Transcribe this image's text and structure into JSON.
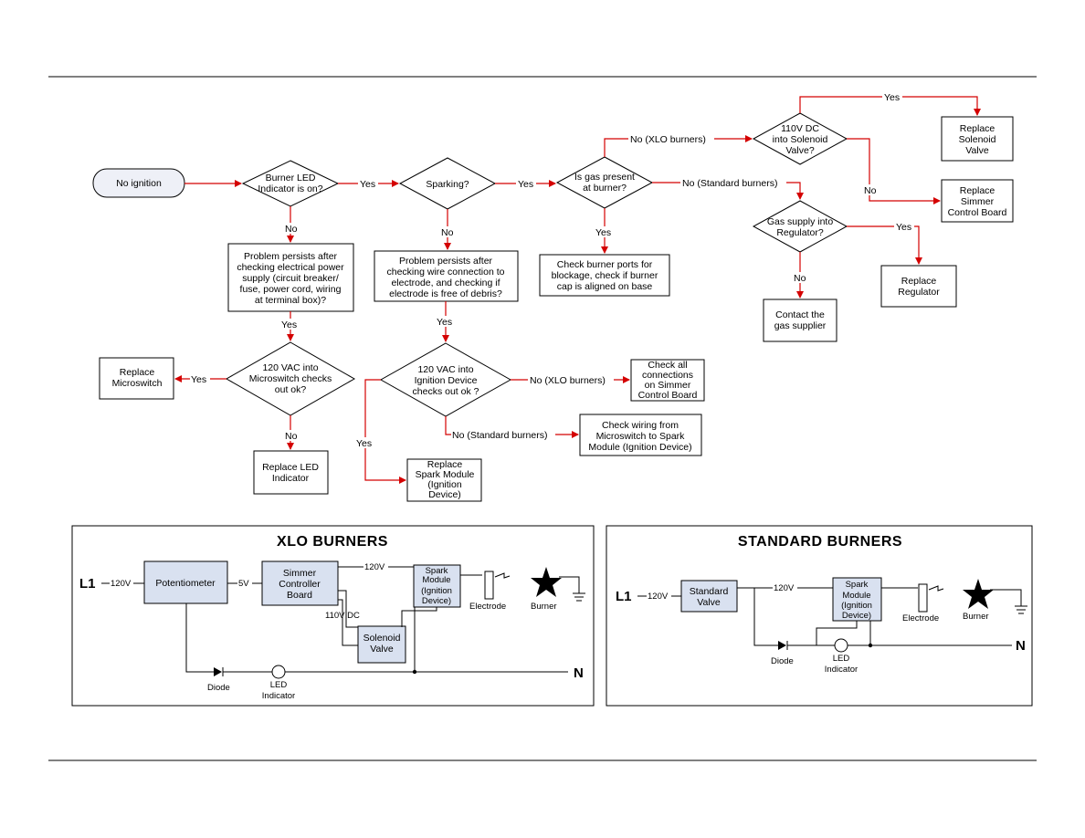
{
  "flowchart": {
    "no_ignition": "No ignition",
    "burner_led": [
      "Burner LED",
      "Indicator is on?"
    ],
    "sparking": "Sparking?",
    "gas_present": [
      "Is gas present",
      "at burner?"
    ],
    "solenoid_q": [
      "110V DC",
      "into Solenoid",
      "Valve?"
    ],
    "replace_solenoid": [
      "Replace",
      "Solenoid",
      "Valve"
    ],
    "replace_simmer": [
      "Replace",
      "Simmer",
      "Control Board"
    ],
    "regulator_q": [
      "Gas supply into",
      "Regulator?"
    ],
    "replace_regulator": [
      "Replace",
      "Regulator"
    ],
    "contact_gas": [
      "Contact the",
      "gas supplier"
    ],
    "check_ports": [
      "Check burner ports for",
      "blockage, check if burner",
      "cap is aligned on base"
    ],
    "problem_power": [
      "Problem persists after",
      "checking electrical power",
      "supply (circuit breaker/",
      "fuse, power cord, wiring",
      "at terminal box)?"
    ],
    "problem_wire": [
      "Problem persists after",
      "checking wire connection to",
      "electrode, and checking if",
      "electrode is free of debris?"
    ],
    "vac_micro": [
      "120 VAC into",
      "Microswitch checks",
      "out ok?"
    ],
    "replace_micro": [
      "Replace",
      "Microswitch"
    ],
    "replace_led": [
      "Replace LED",
      "Indicator"
    ],
    "vac_ignition": [
      "120 VAC into",
      "Ignition Device",
      "checks out ok ?"
    ],
    "check_connections": [
      "Check all",
      "connections",
      "on Simmer",
      "Control Board"
    ],
    "check_wiring": [
      "Check wiring from",
      "Microswitch to Spark",
      "Module (Ignition Device)"
    ],
    "replace_spark": [
      "Replace",
      "Spark Module",
      "(Ignition",
      "Device)"
    ],
    "labels": {
      "yes": "Yes",
      "no": "No",
      "no_xlo": "No (XLO burners)",
      "no_standard": "No (Standard burners)"
    }
  },
  "xlo": {
    "title": "XLO BURNERS",
    "l1": "L1",
    "v120": "120V",
    "v5": "5V",
    "v110dc": "110V DC",
    "potentiometer": "Potentiometer",
    "simmer": [
      "Simmer",
      "Controller",
      "Board"
    ],
    "spark": [
      "Spark",
      "Module",
      "(Ignition",
      "Device)"
    ],
    "solenoid": [
      "Solenoid",
      "Valve"
    ],
    "electrode": "Electrode",
    "burner": "Burner",
    "diode": "Diode",
    "led": [
      "LED",
      "Indicator"
    ],
    "n": "N"
  },
  "standard": {
    "title": "STANDARD BURNERS",
    "l1": "L1",
    "v120": "120V",
    "valve": [
      "Standard",
      "Valve"
    ],
    "spark": [
      "Spark",
      "Module",
      "(Ignition",
      "Device)"
    ],
    "electrode": "Electrode",
    "burner": "Burner",
    "diode": "Diode",
    "led": [
      "LED",
      "Indicator"
    ],
    "n": "N"
  },
  "colors": {
    "arrow": "#d40000",
    "diagram_fill": "#d9e1f0"
  }
}
